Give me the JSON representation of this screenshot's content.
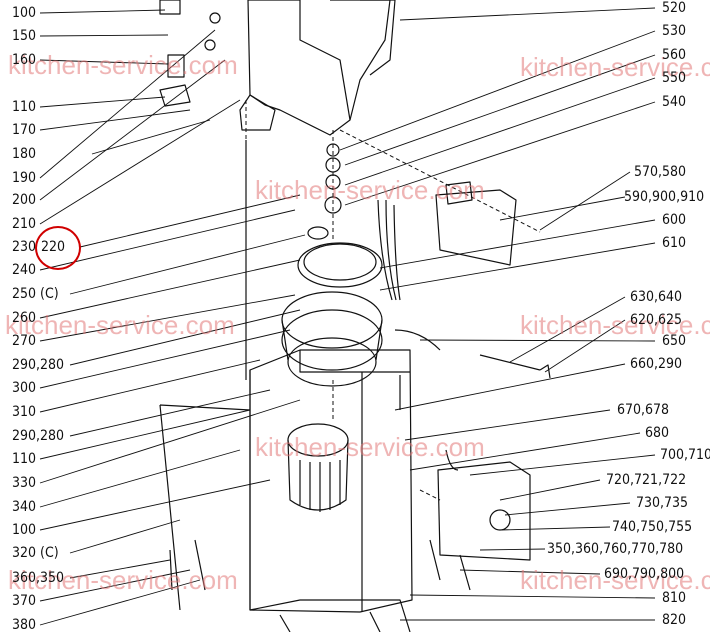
{
  "watermark": "kitchen-service.com",
  "left_labels": [
    "100",
    "150",
    "160",
    "110",
    "170",
    "180",
    "190",
    "200",
    "210",
    "230",
    "220",
    "240",
    "250 (C)",
    "260",
    "270",
    "290,280",
    "300",
    "310",
    "290,280",
    "110",
    "330",
    "340",
    "100",
    "320 (C)",
    "360,350",
    "370",
    "380"
  ],
  "right_labels": [
    "520",
    "530",
    "560",
    "550",
    "540",
    "570,580",
    "590,900,910",
    "600",
    "610",
    "630,640",
    "620,625",
    "650",
    "660,290",
    "670,678",
    "680",
    "700,710",
    "720,721,722",
    "730,735",
    "740,750,755",
    "350,360,760,770,780",
    "690,790,800",
    "810",
    "820"
  ],
  "highlight": {
    "label": "220",
    "color": "#d00000"
  }
}
